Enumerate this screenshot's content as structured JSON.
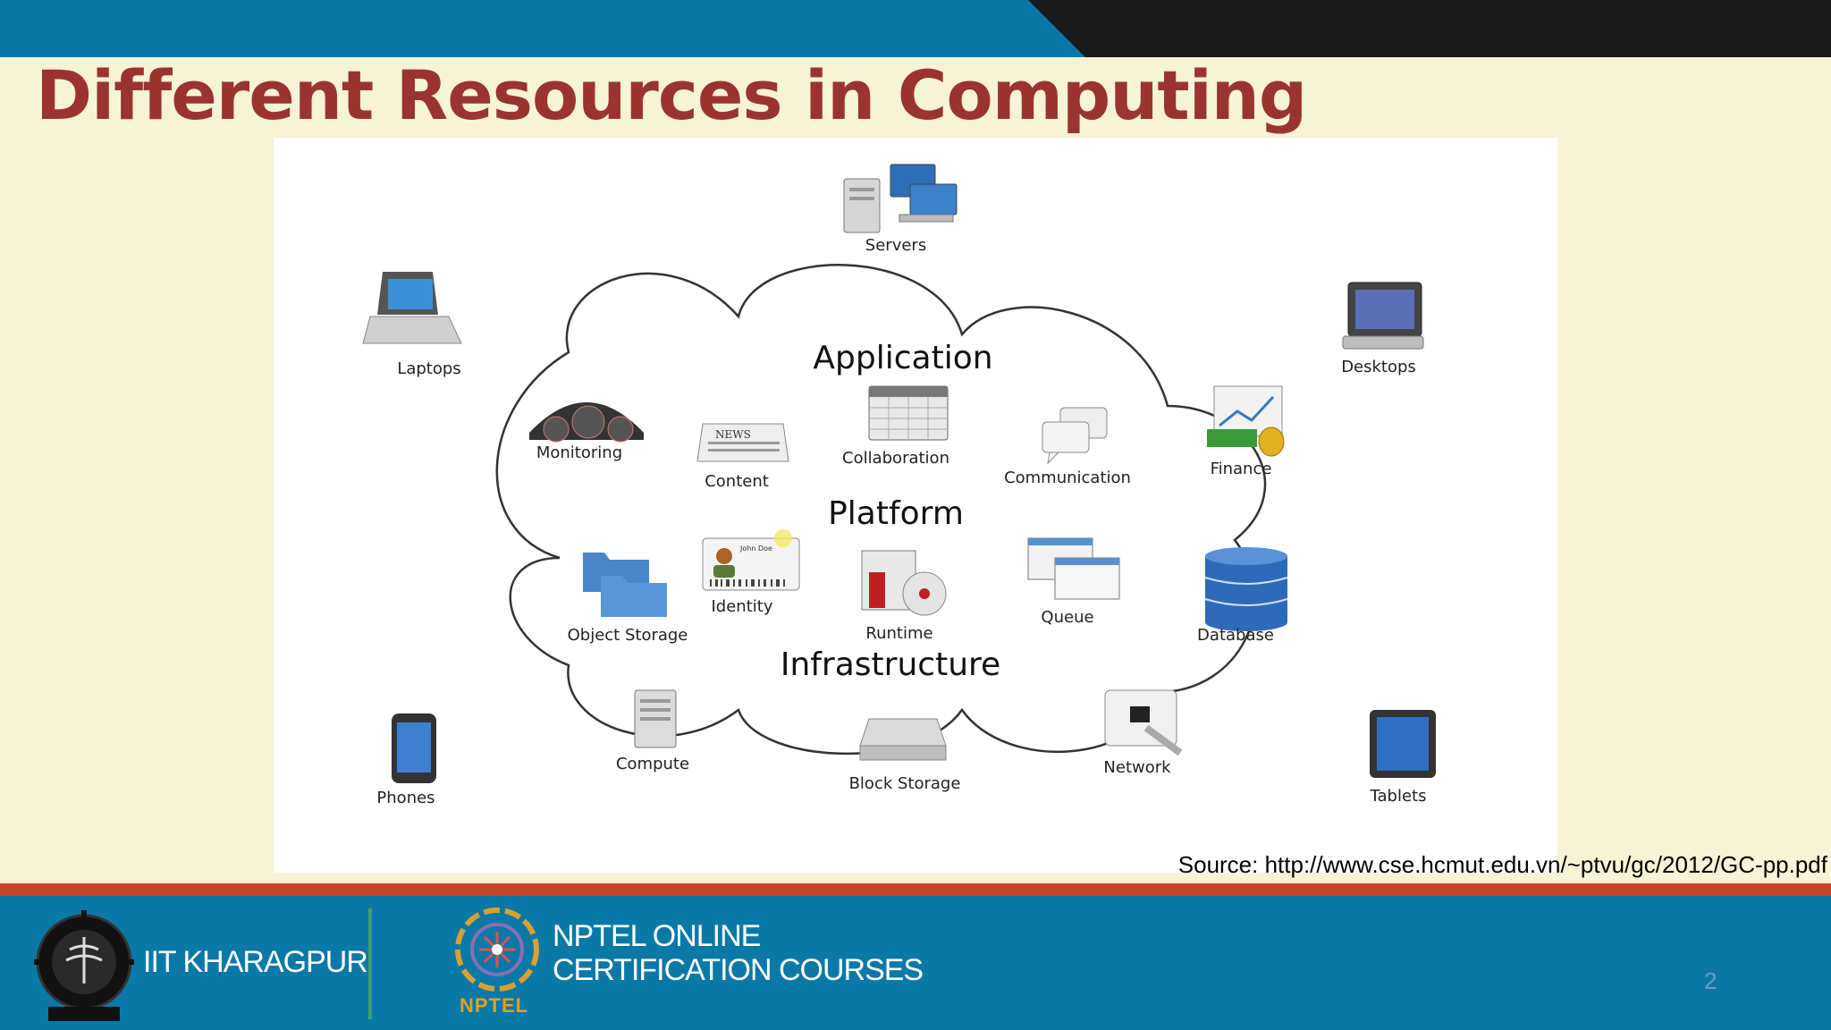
{
  "slide": {
    "title": "Different Resources in Computing",
    "page_number": "2",
    "source_text": "Source:  http://www.cse.hcmut.edu.vn/~ptvu/gc/2012/GC-pp.pdf"
  },
  "diagram": {
    "outside_devices": [
      {
        "label": "Servers",
        "icon": "servers-icon"
      },
      {
        "label": "Laptops",
        "icon": "laptop-icon"
      },
      {
        "label": "Desktops",
        "icon": "desktop-icon"
      },
      {
        "label": "Phones",
        "icon": "phone-icon"
      },
      {
        "label": "Tablets",
        "icon": "tablet-icon"
      }
    ],
    "layers": {
      "application": {
        "title": "Application",
        "items": [
          {
            "label": "Monitoring",
            "icon": "gauge-icon"
          },
          {
            "label": "Content",
            "icon": "newspaper-icon"
          },
          {
            "label": "Collaboration",
            "icon": "calendar-icon"
          },
          {
            "label": "Communication",
            "icon": "speech-bubbles-icon"
          },
          {
            "label": "Finance",
            "icon": "chart-money-icon"
          }
        ]
      },
      "platform": {
        "title": "Platform",
        "items": [
          {
            "label": "Object Storage",
            "icon": "folders-icon"
          },
          {
            "label": "Identity",
            "icon": "id-card-icon"
          },
          {
            "label": "Runtime",
            "icon": "software-box-icon"
          },
          {
            "label": "Queue",
            "icon": "windows-icon"
          },
          {
            "label": "Database",
            "icon": "database-icon"
          }
        ]
      },
      "infrastructure": {
        "title": "Infrastructure",
        "items": [
          {
            "label": "Compute",
            "icon": "server-tower-icon"
          },
          {
            "label": "Block Storage",
            "icon": "hard-drive-icon"
          },
          {
            "label": "Network",
            "icon": "network-plug-icon"
          }
        ]
      }
    },
    "id_card_text": "John Doe",
    "news_text": "NEWS"
  },
  "footer": {
    "institute": "IIT KHARAGPUR",
    "nptel_line1": "NPTEL ONLINE",
    "nptel_line2": "CERTIFICATION COURSES",
    "nptel_logo_text": "NPTEL"
  },
  "colors": {
    "title": "#9b3431",
    "top_blue": "#0b79a8",
    "top_black": "#1a1a1a",
    "background": "#f7f3d6",
    "footer_red": "#c8452a",
    "footer_blue": "#0b79a8"
  }
}
